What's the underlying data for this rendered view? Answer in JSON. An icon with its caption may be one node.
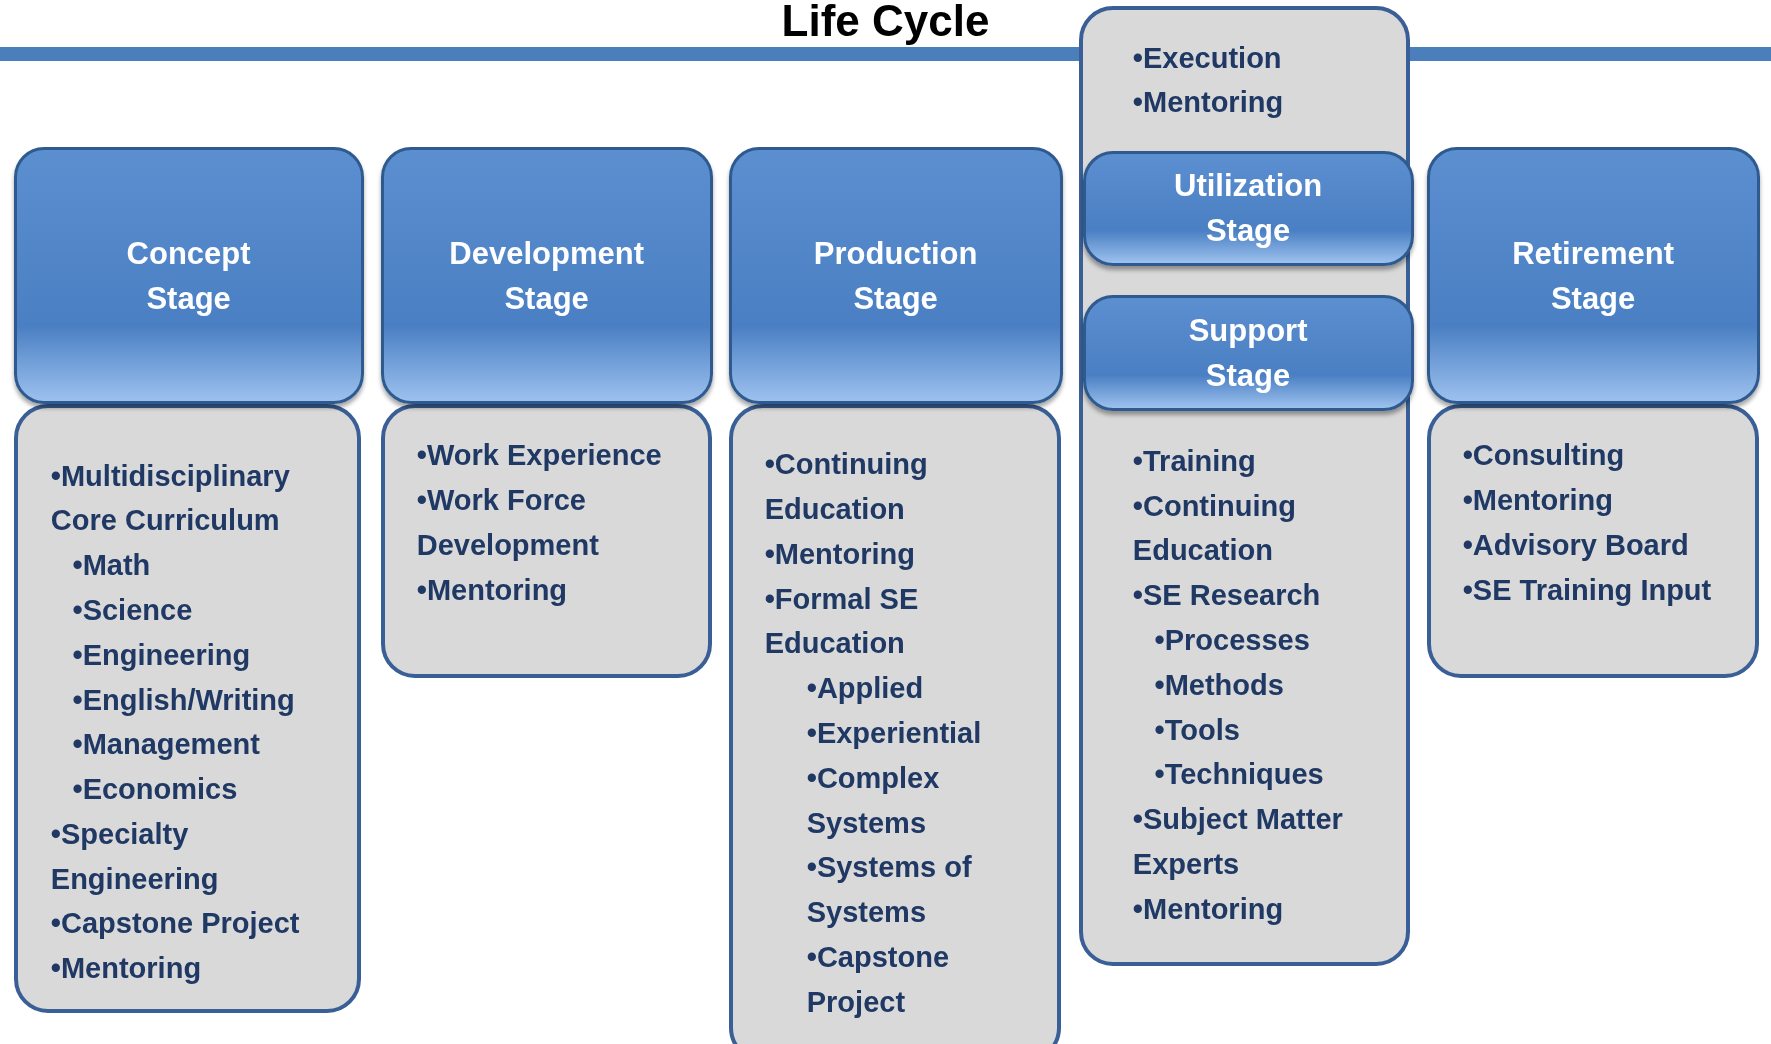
{
  "diagram": {
    "title": "Life Cycle",
    "nodes": [
      {
        "text": [
          "Concept Stage"
        ]
      },
      {
        "text": [
          "•Multidisciplinary Core Curriculum",
          "•Math",
          "•Science",
          "•Engineering",
          "•English/Writing",
          "•Management",
          "•Economics",
          "•Specialty Engineering",
          "•Capstone Project",
          "•Mentoring"
        ]
      },
      {
        "text": [
          "Development Stage"
        ]
      },
      {
        "text": [
          "•Work Experience",
          "•Work Force Development",
          "•Mentoring"
        ]
      },
      {
        "text": [
          "Production Stage"
        ]
      },
      {
        "text": [
          "•Continuing Education",
          "•Mentoring",
          "•Formal SE Education",
          "•Applied",
          "•Experiential",
          "•Complex Systems",
          "•Systems of Systems",
          "•Capstone Project"
        ]
      },
      {
        "text": [
          "•Execution",
          "•Mentoring",
          "•Training",
          "•Continuing Education",
          "•SE Research",
          "•Processes",
          "•Methods",
          "•Tools",
          "•Techniques",
          "•Subject Matter Experts",
          "•Mentoring"
        ]
      },
      {
        "text": [
          "Utilization Stage"
        ],
        "in": 6
      },
      {
        "text": [
          "Support Stage"
        ],
        "in": 6
      },
      {
        "text": [
          "Retirement Stage"
        ]
      },
      {
        "text": [
          "•Consulting",
          "•Mentoring",
          "•Advisory Board",
          "•SE Training Input"
        ]
      }
    ]
  }
}
